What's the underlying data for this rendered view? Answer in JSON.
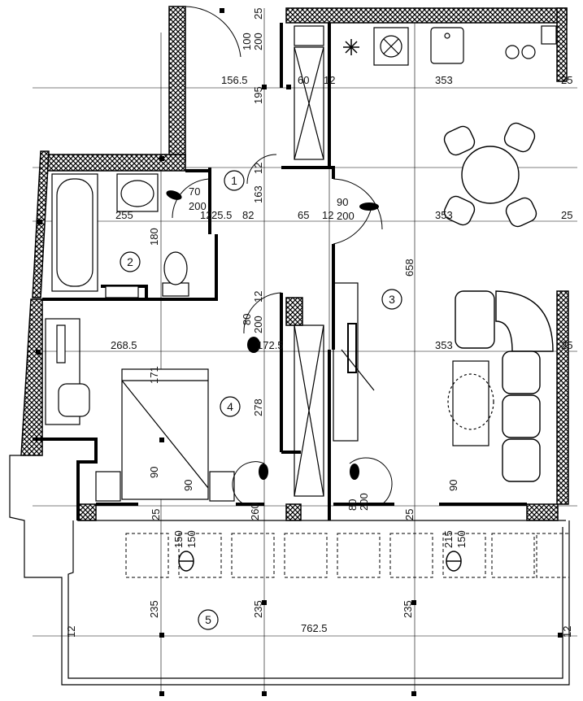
{
  "rooms": [
    {
      "id": "room-1",
      "number": "1"
    },
    {
      "id": "room-2",
      "number": "2"
    },
    {
      "id": "room-3",
      "number": "3"
    },
    {
      "id": "room-4",
      "number": "4"
    },
    {
      "id": "room-5",
      "number": "5"
    }
  ],
  "dimensions": {
    "d_156_5": "156.5",
    "d_60": "60",
    "d_12a": "12",
    "d_353_top": "353",
    "d_25_top": "25",
    "d_100": "100",
    "d_200_top": "200",
    "d_195": "195",
    "d_25_ra": "25",
    "d_12b": "12",
    "d_163": "163",
    "d_70": "70",
    "d_200_bath": "200",
    "d_255": "255",
    "d_12c": "12",
    "d_25_5": "25.5",
    "d_82": "82",
    "d_65": "65",
    "d_12d": "12",
    "d_90_door": "90",
    "d_200_door": "200",
    "d_353_mid": "353",
    "d_25_rb": "25",
    "d_180": "180",
    "d_658": "658",
    "d_80_hall": "80",
    "d_200_hall": "200",
    "d_12e": "12",
    "d_268_5": "268.5",
    "d_172_5": "172.5",
    "d_353_low": "353",
    "d_25_rc": "25",
    "d_171": "171",
    "d_278": "278",
    "d_90_bed": "90",
    "d_90_win1": "90",
    "d_25_b1": "25",
    "d_260": "260",
    "d_80_low": "80",
    "d_200_low": "200",
    "d_90_win2": "90",
    "d_25_b2": "25",
    "d_150_a": "150",
    "d_150_b": "150",
    "d_215": "215",
    "d_150_c": "150",
    "d_235_a": "235",
    "d_235_b": "235",
    "d_235_c": "235",
    "d_762_5": "762.5",
    "d_12_left": "12",
    "d_12_right": "12"
  }
}
